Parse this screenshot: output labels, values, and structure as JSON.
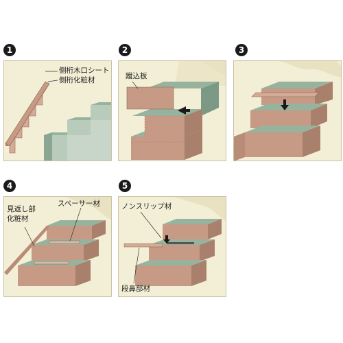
{
  "steps": [
    {
      "number": "1",
      "labels": [
        "側桁木口シート",
        "側桁化粧材"
      ]
    },
    {
      "number": "2",
      "labels": [
        "蹴込板"
      ]
    },
    {
      "number": "3",
      "labels": []
    },
    {
      "number": "4",
      "labels": [
        "見返し部",
        "化粧材",
        "スペーサー材"
      ]
    },
    {
      "number": "5",
      "labels": [
        "ノンスリップ材",
        "段鼻部材"
      ]
    }
  ],
  "colors": {
    "panel_bg": "#f3efd6",
    "wall": "#e9e2c2",
    "tread": "#97b39e",
    "tread_side": "#7c9985",
    "riser": "#c69a84",
    "riser_dark": "#a8806c",
    "trim": "#b88c76"
  }
}
